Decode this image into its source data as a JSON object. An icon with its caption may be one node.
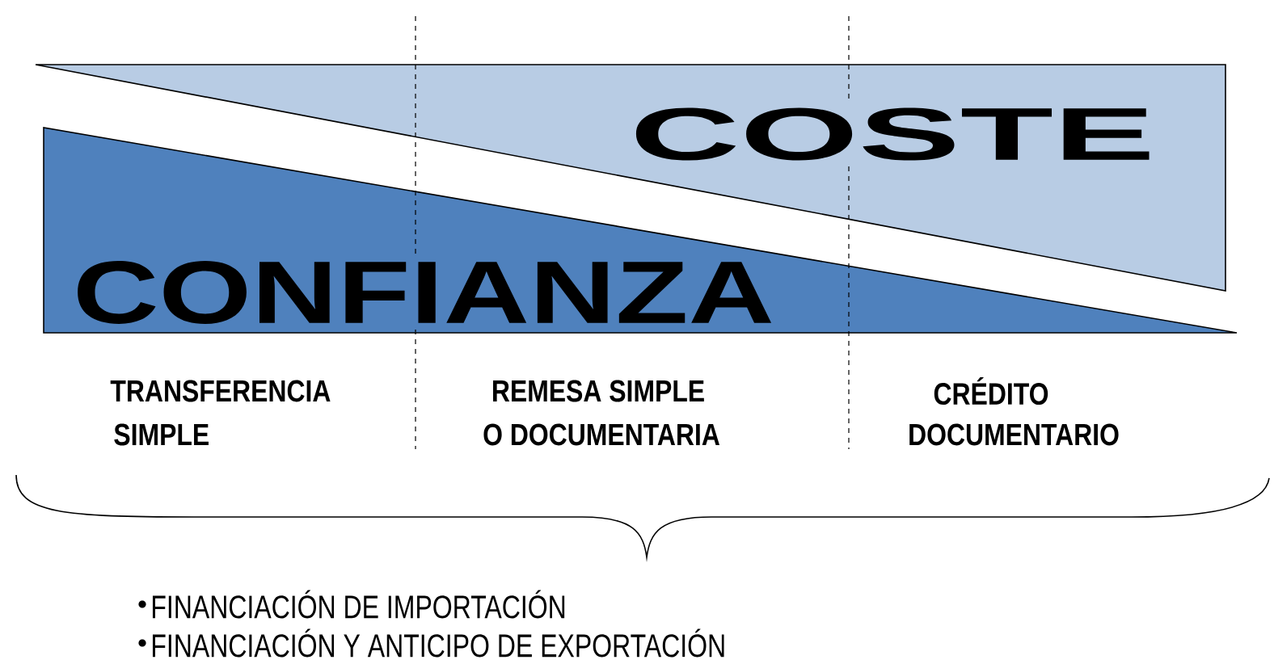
{
  "diagram": {
    "nodes": [
      {
        "text": [
          "COSTE"
        ]
      },
      {
        "text": [
          "CONFIANZA"
        ]
      }
    ],
    "labels": [
      "TRANSFERENCIA",
      "SIMPLE",
      "REMESA SIMPLE",
      "O DOCUMENTARIA",
      "CRÉDITO",
      "DOCUMENTARIO",
      "FINANCIACIÓN DE IMPORTACIÓN",
      "FINANCIACIÓN Y ANTICIPO DE EXPORTACIÓN"
    ]
  }
}
